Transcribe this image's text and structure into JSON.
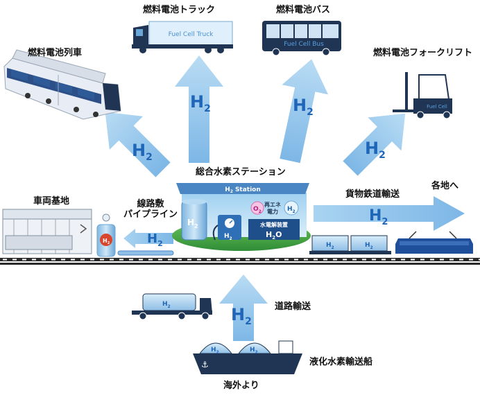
{
  "colors": {
    "arrow": "#8ec3ea",
    "h2_text": "#1f66b8",
    "navy": "#1f3553",
    "rail": "#2b2b2b"
  },
  "labels": {
    "train": "燃料電池列車",
    "truck": "燃料電池トラック",
    "bus": "燃料電池バス",
    "forklift": "燃料電池フォークリフト",
    "station": "総合水素ステーション",
    "depot": "車両基地",
    "pipeline_line1": "線路敷",
    "pipeline_line2": "パイプライン",
    "freight": "貨物鉄道輸送",
    "destinations": "各地へ",
    "road": "道路輸送",
    "ship": "液化水素輸送船",
    "overseas": "海外より"
  },
  "h2": {
    "main": "H",
    "sub": "2"
  },
  "vehicle_text": {
    "truck": "Fuel Cell Truck",
    "bus": "Fuel Cell Bus",
    "forklift": "Fuel Cell"
  },
  "station": {
    "sign": "Station",
    "tank": "H",
    "tank_sub": "2",
    "o2": "O",
    "o2_sub": "2",
    "renewable_line1": "再エネ",
    "renewable_line2": "電力",
    "h2_bubble": "H",
    "h2_bubble_sub": "2",
    "electrolyzer": "水電解装置",
    "h2o": "H",
    "h2o_sub": "2",
    "h2o_end": "O",
    "dispenser": "H",
    "dispenser_sub": "2"
  },
  "small_h2": {
    "main": "H",
    "sub": "2"
  }
}
